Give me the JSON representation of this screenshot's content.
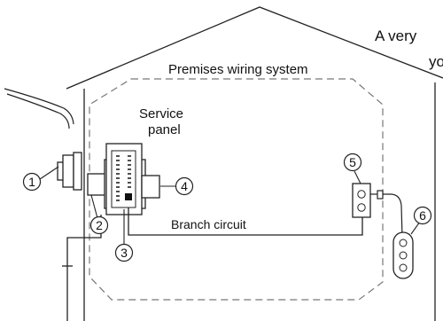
{
  "heading": {
    "line1": "A very",
    "line2": "yo"
  },
  "labels": {
    "premises_wiring_system": "Premises wiring system",
    "service_panel_line1": "Service",
    "service_panel_line2": "panel",
    "branch_circuit": "Branch circuit"
  },
  "callouts": [
    "1",
    "2",
    "3",
    "4",
    "5",
    "6"
  ],
  "colors": {
    "line": "#222222",
    "dash": "#777777",
    "background": "#ffffff"
  }
}
